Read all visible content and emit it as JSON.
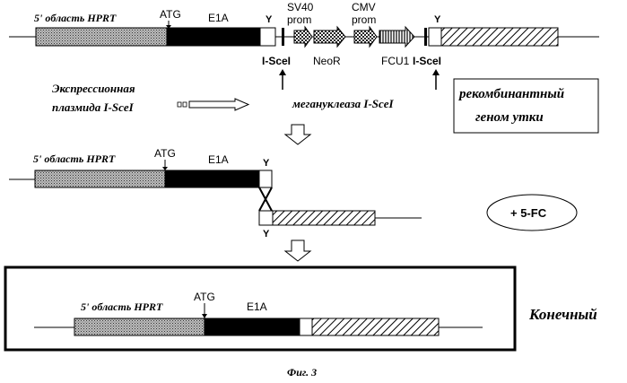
{
  "labels": {
    "hprt_region": "5' область HPRT",
    "atg": "ATG",
    "e1a": "E1A",
    "y": "Y",
    "sv40": "SV40",
    "prom": "prom",
    "cmv": "CMV",
    "neor": "NeoR",
    "fcu1": "FCU1",
    "isce1": "I-SceI",
    "expression_plasmid_line1": "Экспрессионная",
    "expression_plasmid_line2": "плазмида I-SceI",
    "meganuclease": "мегануклеаза I-SceI",
    "recombinant_line1": "рекомбинантный",
    "recombinant_line2": "геном утки",
    "plus_5fc": "+ 5-FC",
    "final": "Конечный",
    "figure_caption": "Фиг. 3"
  }
}
